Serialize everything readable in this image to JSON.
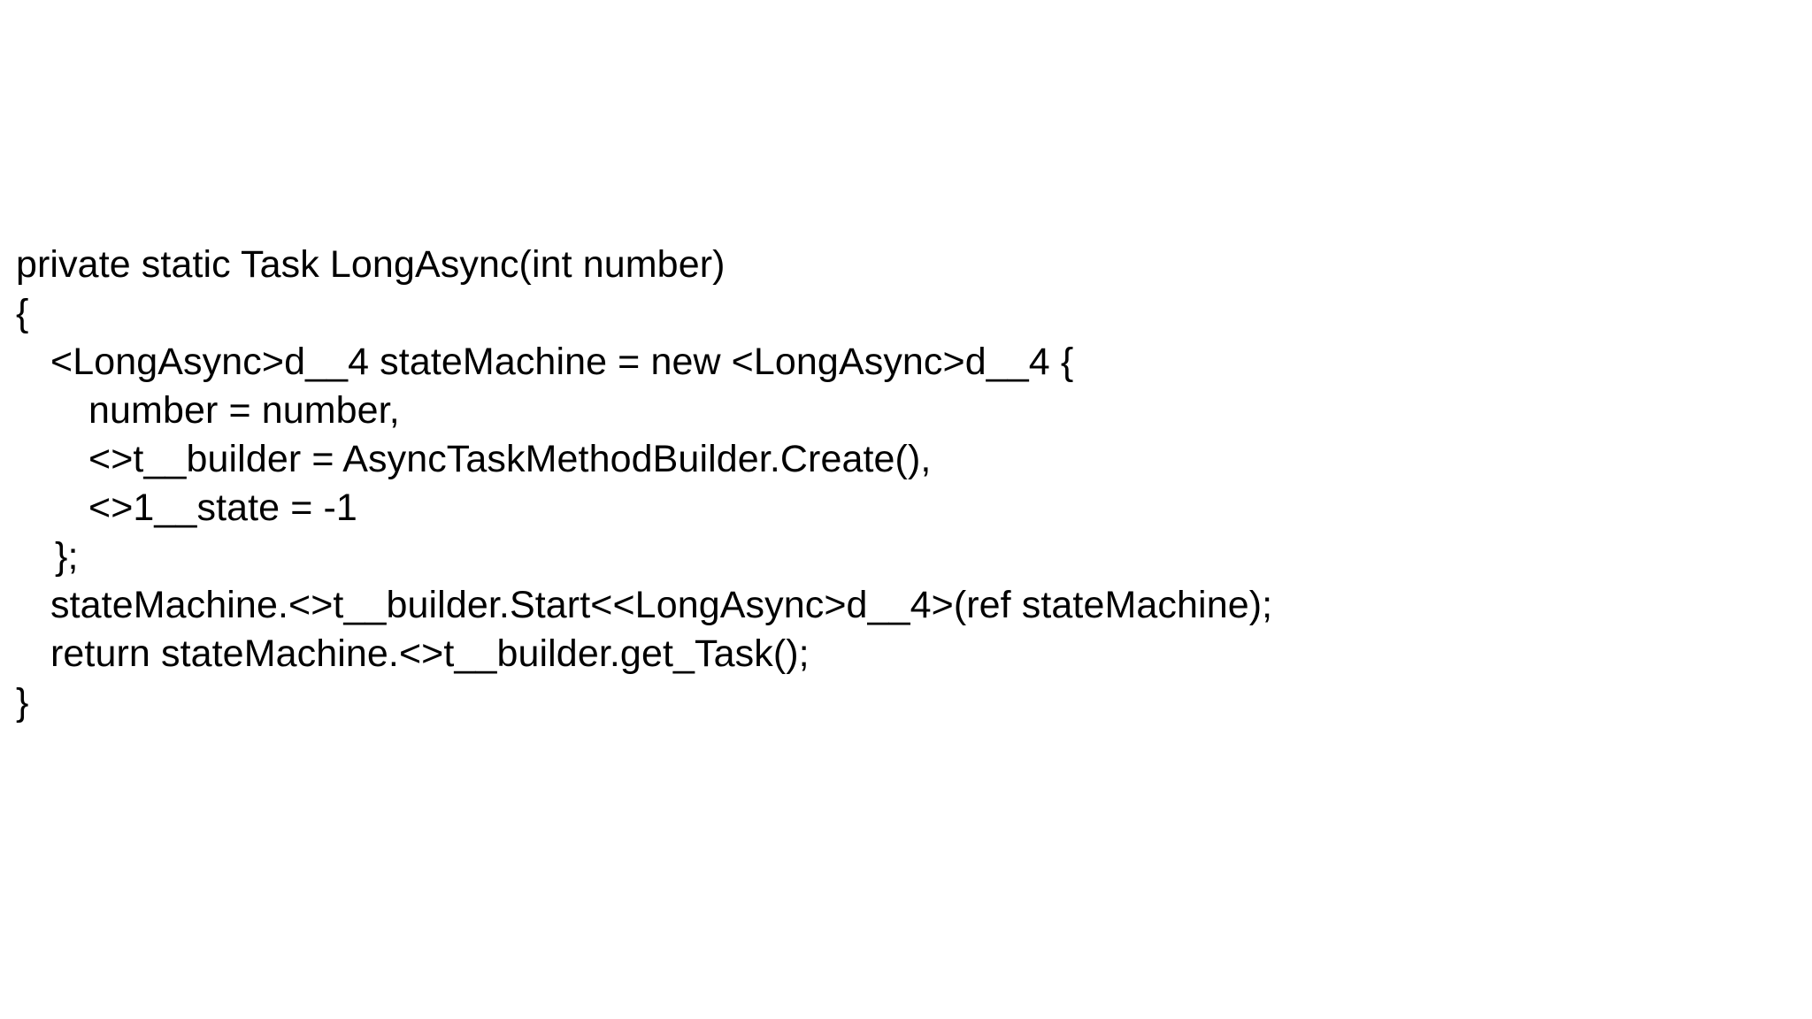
{
  "slide": {
    "background_color": "#ffffff",
    "text_color": "#000000",
    "language": "csharp",
    "title_visible": false
  },
  "code": {
    "lines": [
      {
        "text": "private static Task LongAsync(int number)",
        "indent": 0
      },
      {
        "text": "{",
        "indent": 0
      },
      {
        "text": "<LongAsync>d__4 stateMachine = new <LongAsync>d__4 {",
        "indent": 1
      },
      {
        "text": "number = number,",
        "indent": 2
      },
      {
        "text": "<>t__builder = AsyncTaskMethodBuilder.Create(),",
        "indent": 2
      },
      {
        "text": "<>1__state = -1",
        "indent": 2
      },
      {
        "text": "};",
        "indent": 0,
        "indent_class": "close"
      },
      {
        "text": "stateMachine.<>t__builder.Start<<LongAsync>d__4>(ref stateMachine);",
        "indent": 1
      },
      {
        "text": "return stateMachine.<>t__builder.get_Task();",
        "indent": 1
      },
      {
        "text": "}",
        "indent": 0
      }
    ]
  }
}
